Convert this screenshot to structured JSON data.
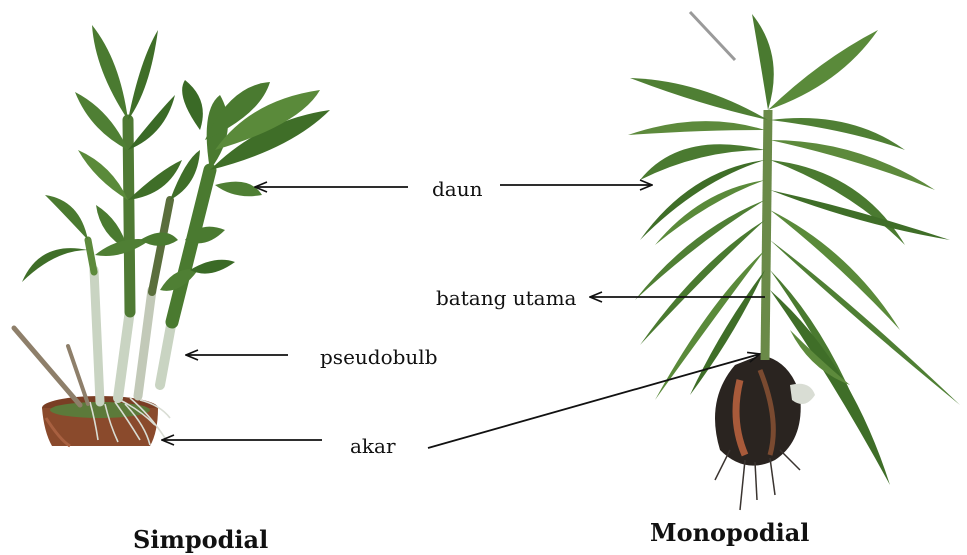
{
  "labels": {
    "daun": "daun",
    "batang_utama": "batang utama",
    "pseudobulb": "pseudobulb",
    "akar": "akar"
  },
  "captions": {
    "simpodial": "Simpodial",
    "monopodial": "Monopodial"
  },
  "colors": {
    "leaf_dark": "#2f5a22",
    "leaf": "#4a7a30",
    "leaf_light": "#7aa255",
    "pseudobulb": "#c9d4c2",
    "pot": "#8a4a2c",
    "root": "#d9ddd4",
    "roots_mono": "#2a2420",
    "arrow": "#111111"
  }
}
